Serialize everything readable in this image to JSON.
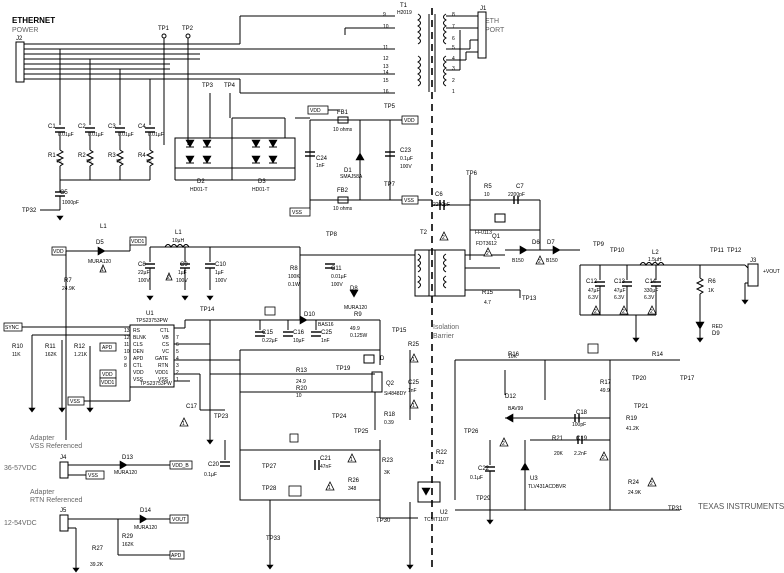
{
  "title": {
    "ethernet": "ETHERNET",
    "power": "POWER",
    "eth_port": "ETH",
    "port": "PORT",
    "company": "TEXAS INSTRUMENTS",
    "isolation_barrier_1": "Isolation",
    "isolation_barrier_2": "Barrier"
  },
  "adapters": {
    "a1_title": "Adapter",
    "a1_sub": "VSS Referenced",
    "a1_range": "36-57VDC",
    "a2_title": "Adapter",
    "a2_sub": "RTN Referenced",
    "a2_range": "12-54VDC"
  },
  "connectors": {
    "j2": "J2",
    "j1": "J1",
    "j3": "J3",
    "j4": "J4",
    "j5": "J5"
  },
  "transformers": {
    "t1": "T1",
    "t1_part": "H2019",
    "t2": "T2",
    "t2_part": "FF0113"
  },
  "ics": {
    "u1": "U1",
    "u1_part": "TPS23753PW",
    "u1_sub": "TPS23753PW",
    "u2": "U2",
    "u2_part": "TCMT1107",
    "u3": "U3",
    "u3_part": "TLV431ACDBVR",
    "u1_pins_left": [
      "RS",
      "BLNK",
      "CLS",
      "DEN",
      "APD",
      "CTL",
      "VDD",
      "VSS"
    ],
    "u1_pins_right": [
      "CTL",
      "VB",
      "CS",
      "VC",
      "GATE",
      "RTN",
      "VDD1",
      "VSS"
    ],
    "u1_pin_nums": [
      "13",
      "12",
      "11",
      "10",
      "9",
      "8",
      "7",
      "6",
      "5",
      "4",
      "3",
      "2",
      "1"
    ]
  },
  "components": {
    "c1": "C1",
    "c1_v": "0.01µF",
    "c2": "C2",
    "c2_v": "0.01µF",
    "c3": "C3",
    "c3_v": "0.01µF",
    "c4": "C4",
    "c4_v": "0.01µF",
    "r1": "R1",
    "r1_v": "75",
    "r2": "R2",
    "r2_v": "75",
    "r3": "R3",
    "r3_v": "75",
    "r4": "R4",
    "r4_v": "75",
    "c5": "C5",
    "c5_v": "1000pF",
    "d2": "D2",
    "d2_part": "HD01-T",
    "d3": "D3",
    "d3_part": "HD01-T",
    "fb1": "FB1",
    "fb1_v": "10 ohms",
    "fb2": "FB2",
    "fb2_v": "10 ohms",
    "c24": "C24",
    "c24_v": "1nF",
    "d1": "D1",
    "d1_part": "SMAJ58A",
    "c23": "C23",
    "c23_v": "0.1µF",
    "c23_v2": "100V",
    "c6": "C6",
    "c6_v": "2200pF",
    "r5": "R5",
    "r5_v": "10",
    "c7": "C7",
    "c7_v": "2200pF",
    "q1": "Q1",
    "q1_part": "FDT3612",
    "d6": "D6",
    "d6_part": "B150",
    "d7": "D7",
    "d7_part": "B150",
    "l2": "L2",
    "l2_v": "1.5µH",
    "c12": "C12",
    "c12_v": "47µF",
    "c12_v2": "6.3V",
    "c13": "C13",
    "c13_v": "47µF",
    "c13_v2": "6.3V",
    "c14": "C14",
    "c14_v": "330µF",
    "c14_v2": "6.3V",
    "r6": "R6",
    "r6_v": "1K",
    "d9": "D9",
    "d9_part": "RED",
    "l1": "L1",
    "l1_v": "10µH",
    "d5": "D5",
    "d5_part": "MURA120",
    "c8": "C8",
    "c8_v": "22µF",
    "c8_v2": "100V",
    "c9": "C9",
    "c9_v": "1µF",
    "c9_v2": "100V",
    "c10": "C10",
    "c10_v": "1µF",
    "c10_v2": "100V",
    "r7": "R7",
    "r7_v": "24.9K",
    "r8": "R8",
    "r8_v": "100K",
    "r8_v2": "0.1W",
    "c11": "C11",
    "c11_v": "0.01µF",
    "c11_v2": "100V",
    "d8": "D8",
    "d8_part": "MURA120",
    "r9": "R9",
    "r9_v": "49.9",
    "r9_v2": "0.125W",
    "d10": "D10",
    "d10_part": "BAS16",
    "c15": "C15",
    "c15_v": "0.22µF",
    "c16": "C16",
    "c16_v": "10µF",
    "c25": "C25",
    "c25_v": "1nF",
    "r10": "R10",
    "r10_v": "11K",
    "r11": "R11",
    "r11_v": "162K",
    "r12": "R12",
    "r12_v": "1.21K",
    "c17": "C17",
    "r13": "R13",
    "r13_v": "24.9",
    "r20": "R20",
    "r20_v": "10",
    "q2": "Q2",
    "q2_part": "Si4848DY",
    "r18": "R18",
    "r18_v": "0.39",
    "r25": "R25",
    "c20": "C20",
    "c20_v": "0.1µF",
    "c21": "C21",
    "c21_v": "47nF",
    "r26": "R26",
    "r26_v": "348",
    "r23": "R23",
    "r23_v": "3K",
    "r22": "R22",
    "r22_v": "422",
    "c22": "C22",
    "c22_v": "0.1µF",
    "r16": "R16",
    "r16_v": "10K",
    "d12": "D12",
    "d12_part": "BAV99",
    "c18": "C18",
    "c18_v": "100pF",
    "r17": "R17",
    "r17_v": "49.9",
    "r14": "R14",
    "r19": "R19",
    "r19_v": "41.2K",
    "r21": "R21",
    "r21_v": "20K",
    "c19": "C19",
    "c19_v": "2.2nF",
    "r24": "R24",
    "r24_v": "24.9K",
    "d13": "D13",
    "d13_part": "MURA120",
    "d14": "D14",
    "d14_part": "MURA120",
    "r29": "R29",
    "r29_v": "162K",
    "r27": "R27",
    "r27_v": "39.2K",
    "r15": "R15",
    "r15_v": "4.7"
  },
  "nets": {
    "vdd": "VDD",
    "vss": "VSS",
    "vout": "VOUT",
    "vout_plus": "+VOUT",
    "sync": "SYNC",
    "apd": "APD",
    "vdd1": "VDD1",
    "vdd_b": "VDD_B",
    "rtn": "RTN",
    "d_mark": "D"
  },
  "testpoints": {
    "tp1": "TP1",
    "tp2": "TP2",
    "tp3": "TP3",
    "tp4": "TP4",
    "tp5": "TP5",
    "tp7": "TP7",
    "tp8": "TP8",
    "tp9": "TP9",
    "tp10": "TP10",
    "tp11": "TP11",
    "tp12": "TP12",
    "tp13": "TP13",
    "tp14": "TP14",
    "tp15": "TP15",
    "tp17": "TP17",
    "tp19": "TP19",
    "tp20": "TP20",
    "tp21": "TP21",
    "tp23": "TP23",
    "tp24": "TP24",
    "tp25": "TP25",
    "tp26": "TP26",
    "tp27": "TP27",
    "tp28": "TP28",
    "tp29": "TP29",
    "tp30": "TP30",
    "tp31": "TP31",
    "tp32": "TP32",
    "tp33": "TP33",
    "tp6": "TP6"
  },
  "pin_numbers": {
    "j2_pins": [
      "1",
      "2",
      "3",
      "4",
      "5",
      "6",
      "7",
      "8"
    ],
    "t1_left": [
      "9",
      "10",
      "11",
      "12",
      "13",
      "14",
      "15",
      "16"
    ],
    "t1_right": [
      "8",
      "7",
      "6",
      "5",
      "4",
      "3",
      "2",
      "1"
    ]
  },
  "flag_labels": {
    "one": "1",
    "two": "2"
  }
}
